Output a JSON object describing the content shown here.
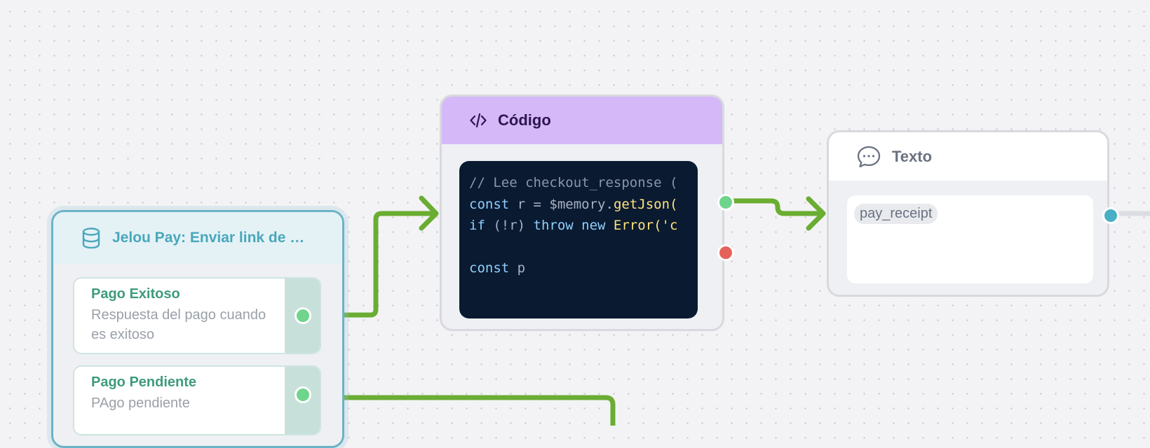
{
  "nodes": {
    "jelou_pay": {
      "title": "Jelou Pay: Enviar link de …",
      "icon": "database-icon",
      "options": [
        {
          "title": "Pago Exitoso",
          "description": "Respuesta del pago cuando es exitoso"
        },
        {
          "title": "Pago Pendiente",
          "description": "PAgo pendiente"
        }
      ]
    },
    "codigo": {
      "title": "Código",
      "icon": "code-icon",
      "code": [
        [
          {
            "t": "// Lee checkout_response (",
            "c": "cm"
          }
        ],
        [
          {
            "t": "const ",
            "c": "kw"
          },
          {
            "t": "r = ",
            "c": "tx"
          },
          {
            "t": "$memory",
            "c": "tx"
          },
          {
            "t": ".",
            "c": "tx"
          },
          {
            "t": "getJson(",
            "c": "fn"
          }
        ],
        [
          {
            "t": "if ",
            "c": "kw"
          },
          {
            "t": "(!r) ",
            "c": "tx"
          },
          {
            "t": "throw new ",
            "c": "kw"
          },
          {
            "t": "Error('c",
            "c": "fn"
          }
        ],
        [
          {
            "t": "",
            "c": "tx"
          }
        ],
        [
          {
            "t": "const ",
            "c": "kw"
          },
          {
            "t": "p",
            "c": "tx"
          }
        ]
      ]
    },
    "texto": {
      "title": "Texto",
      "icon": "chat-bubble-icon",
      "chip": "pay_receipt"
    }
  },
  "colors": {
    "edge": "#6aad32",
    "canvas": "#f3f3f5",
    "jelou_accent": "#49a7bb",
    "code_header": "#d5b8f7",
    "code_bg": "#0a1a31",
    "success_handle": "#6fd48c",
    "error_handle": "#e5625a",
    "output_handle": "#4aaec5"
  }
}
